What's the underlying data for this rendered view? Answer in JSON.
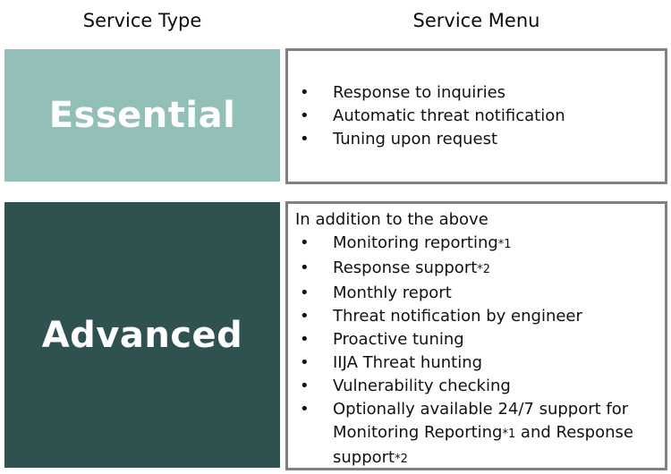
{
  "headers": {
    "service_type": "Service Type",
    "service_menu": "Service Menu"
  },
  "colors": {
    "essential_bg": "#93bfb9",
    "advanced_bg": "#2f5250",
    "menu_border": "#808080",
    "tier_label_text": "#ffffff"
  },
  "tiers": [
    {
      "type": "Essential",
      "menu_items": [
        "Response to inquiries",
        "Automatic threat notification",
        "Tuning upon request"
      ]
    },
    {
      "type": "Advanced",
      "intro": "In addition to the above",
      "menu_items": [
        "Monitoring reporting*1",
        "Response support*2",
        "Monthly report",
        "Threat notification by engineer",
        "Proactive tuning",
        "IIJA Threat hunting",
        "Vulnerability checking",
        "Optionally available 24/7 support for Monitoring Reporting*1 and Response support*2"
      ]
    }
  ]
}
